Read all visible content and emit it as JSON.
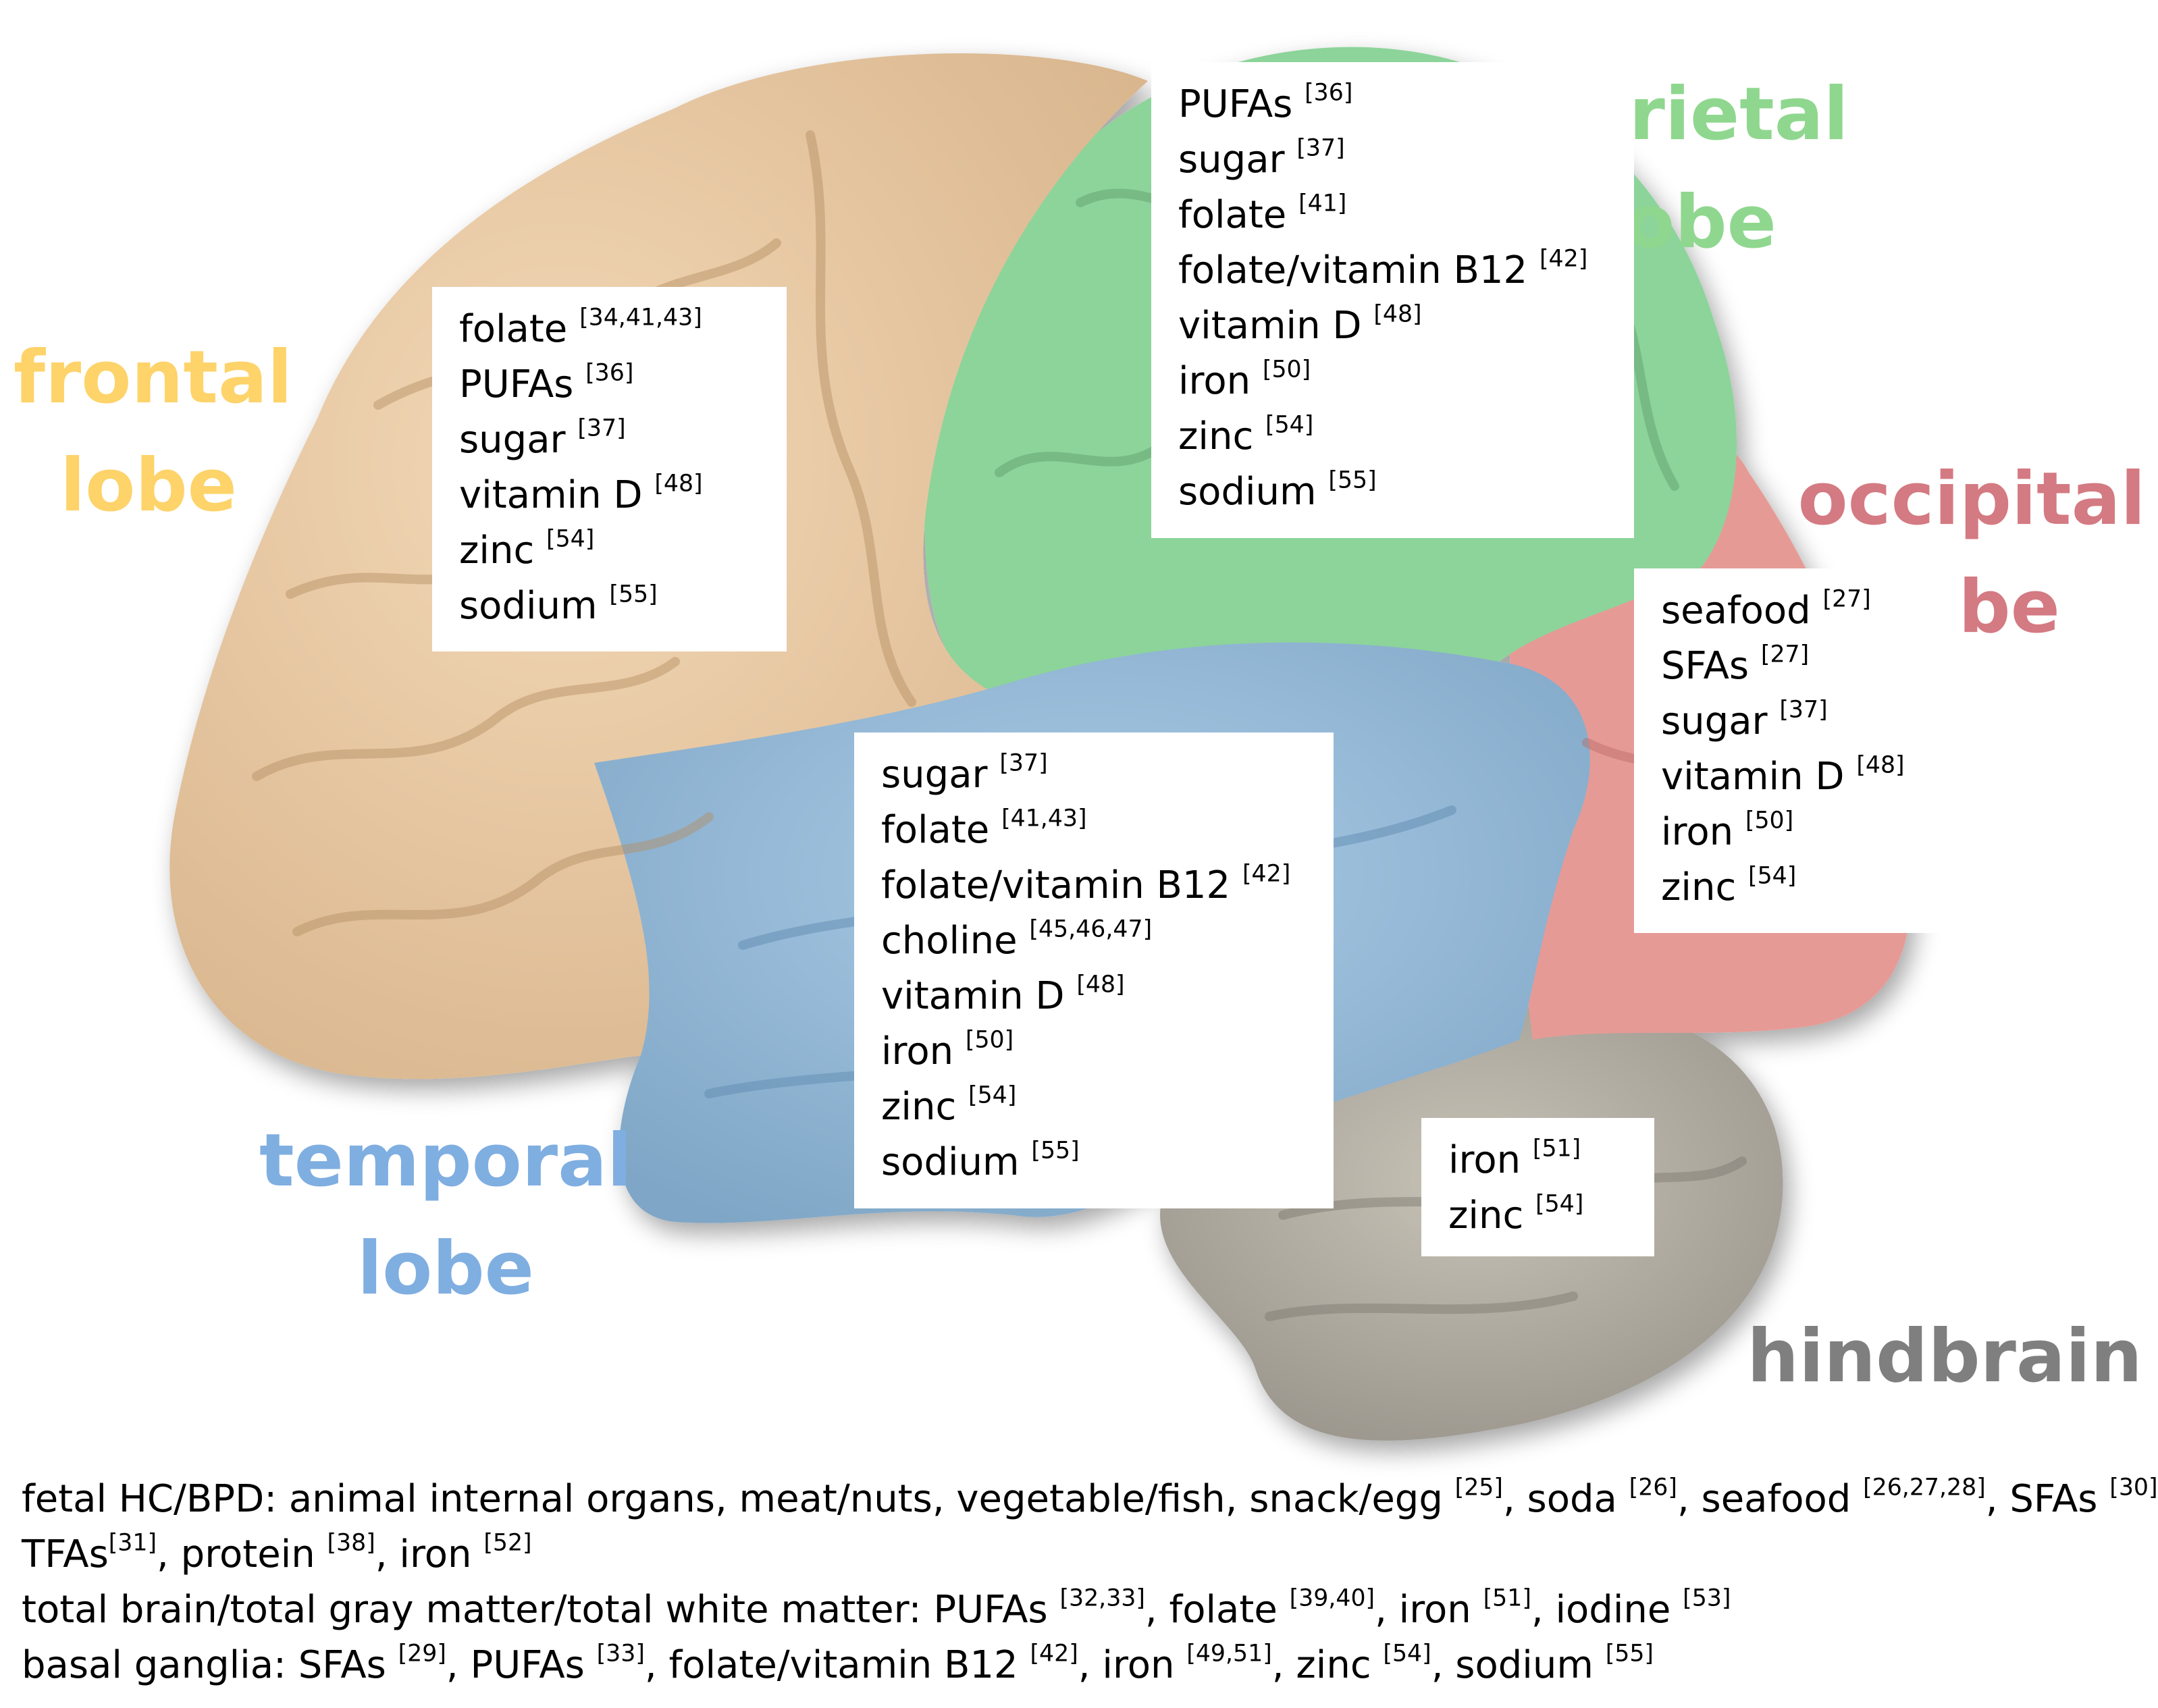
{
  "labels": {
    "frontal": {
      "line1": "frontal",
      "line2": "lobe",
      "color": "#FDD36A"
    },
    "parietal": {
      "line1": "parietal",
      "line2": "lobe",
      "color": "#8FD78F"
    },
    "occipital": {
      "line1": "occipital",
      "line2": "lobe",
      "color": "#D47A82"
    },
    "temporal": {
      "line1": "temporal",
      "line2": "lobe",
      "color": "#7FAEE1"
    },
    "hindbrain": {
      "line1": "hindbrain",
      "color": "#7F7F7F"
    }
  },
  "colors": {
    "frontal_fill": "#EBCBA3",
    "parietal_fill": "#8CD49A",
    "occipital_fill": "#E69A96",
    "temporal_fill": "#98BFDD",
    "hindbrain_fill": "#B5B0A4"
  },
  "boxes": {
    "frontal": [
      {
        "name": "folate",
        "ref": "[34,41,43]"
      },
      {
        "name": "PUFAs",
        "ref": "[36]"
      },
      {
        "name": "sugar",
        "ref": "[37]"
      },
      {
        "name": "vitamin D",
        "ref": "[48]"
      },
      {
        "name": "zinc",
        "ref": "[54]"
      },
      {
        "name": "sodium",
        "ref": "[55]"
      }
    ],
    "parietal": [
      {
        "name": "PUFAs",
        "ref": "[36]"
      },
      {
        "name": "sugar",
        "ref": "[37]"
      },
      {
        "name": "folate",
        "ref": "[41]"
      },
      {
        "name": "folate/vitamin B12",
        "ref": "[42]"
      },
      {
        "name": "vitamin D",
        "ref": "[48]"
      },
      {
        "name": "iron",
        "ref": "[50]"
      },
      {
        "name": "zinc",
        "ref": "[54]"
      },
      {
        "name": "sodium",
        "ref": "[55]"
      }
    ],
    "occipital": [
      {
        "name": "seafood",
        "ref": "[27]"
      },
      {
        "name": "SFAs",
        "ref": "[27]"
      },
      {
        "name": "sugar",
        "ref": "[37]"
      },
      {
        "name": "vitamin D",
        "ref": "[48]"
      },
      {
        "name": "iron",
        "ref": "[50]"
      },
      {
        "name": "zinc",
        "ref": "[54]"
      }
    ],
    "temporal": [
      {
        "name": "sugar",
        "ref": "[37]"
      },
      {
        "name": "folate",
        "ref": "[41,43]"
      },
      {
        "name": "folate/vitamin B12",
        "ref": "[42]"
      },
      {
        "name": "choline",
        "ref": "[45,46,47]"
      },
      {
        "name": "vitamin D",
        "ref": "[48]"
      },
      {
        "name": "iron",
        "ref": "[50]"
      },
      {
        "name": "zinc",
        "ref": "[54]"
      },
      {
        "name": "sodium",
        "ref": "[55]"
      }
    ],
    "hindbrain": [
      {
        "name": "iron",
        "ref": "[51]"
      },
      {
        "name": "zinc",
        "ref": "[54]"
      }
    ]
  },
  "captions": [
    [
      {
        "text": "fetal HC/BPD: animal internal organs, meat/nuts, vegetable/fish, snack/egg "
      },
      {
        "sup": "[25]"
      },
      {
        "text": ", soda "
      },
      {
        "sup": "[26]"
      },
      {
        "text": ", seafood "
      },
      {
        "sup": "[26,27,28]"
      },
      {
        "text": ", SFAs "
      },
      {
        "sup": "[30]"
      },
      {
        "text": ","
      }
    ],
    [
      {
        "text": "TFAs"
      },
      {
        "sup": "[31]"
      },
      {
        "text": ", protein "
      },
      {
        "sup": "[38]"
      },
      {
        "text": ", iron "
      },
      {
        "sup": "[52]"
      }
    ],
    [
      {
        "text": "total brain/total gray matter/total white matter: PUFAs "
      },
      {
        "sup": "[32,33]"
      },
      {
        "text": ", folate "
      },
      {
        "sup": "[39,40]"
      },
      {
        "text": ", iron "
      },
      {
        "sup": "[51]"
      },
      {
        "text": ", iodine "
      },
      {
        "sup": "[53]"
      }
    ],
    [
      {
        "text": "basal ganglia: SFAs "
      },
      {
        "sup": "[29]"
      },
      {
        "text": ", PUFAs "
      },
      {
        "sup": "[33]"
      },
      {
        "text": ", folate/vitamin B12 "
      },
      {
        "sup": "[42]"
      },
      {
        "text": ", iron "
      },
      {
        "sup": "[49,51]"
      },
      {
        "text": ", zinc "
      },
      {
        "sup": "[54]"
      },
      {
        "text": ", sodium "
      },
      {
        "sup": "[55]"
      }
    ]
  ]
}
